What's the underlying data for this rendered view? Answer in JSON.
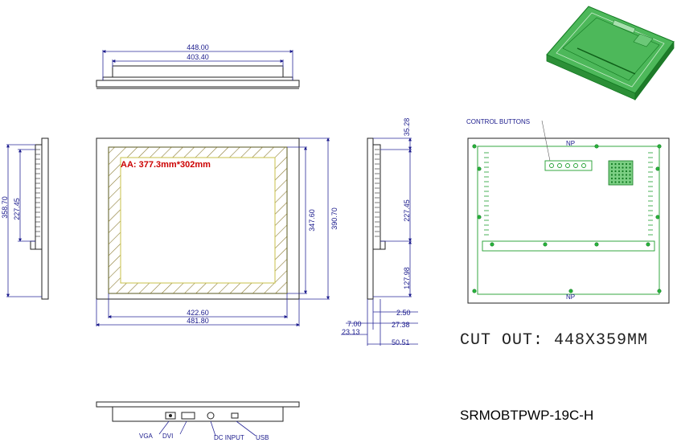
{
  "top_view": {
    "overall_width": "448.00",
    "inner_width": "403.40"
  },
  "front_view": {
    "active_area": "AA: 377.3mm*302mm",
    "inner_height": "347.60",
    "outer_height": "390.70",
    "inner_width": "422.60",
    "outer_width": "481.80"
  },
  "left_view": {
    "overall_height": "358.70",
    "inner_height": "227.45"
  },
  "side_view": {
    "top_offset": "35.28",
    "mid_height": "227.45",
    "bottom_offset": "127.98",
    "depth_1": "2.50",
    "depth_2": "27.38",
    "depth_3": "50.51",
    "depth_4": "7.00",
    "depth_5": "23.13"
  },
  "rear_view": {
    "control_buttons_label": "CONTROL BUTTONS",
    "tiny_top": "NP",
    "tiny_bottom": "NP"
  },
  "cutout_text": "CUT OUT: 448X359MM",
  "bottom_view": {
    "vga": "VGA",
    "dvi": "DVI",
    "dc_input": "DC INPUT",
    "usb": "USB"
  },
  "model": "SRMOBTPWP-19C-H",
  "colors": {
    "dimension": "#1a1a8c",
    "outline": "#222222",
    "pcb": "#1e9e2e",
    "active_area": "#cc0000"
  }
}
